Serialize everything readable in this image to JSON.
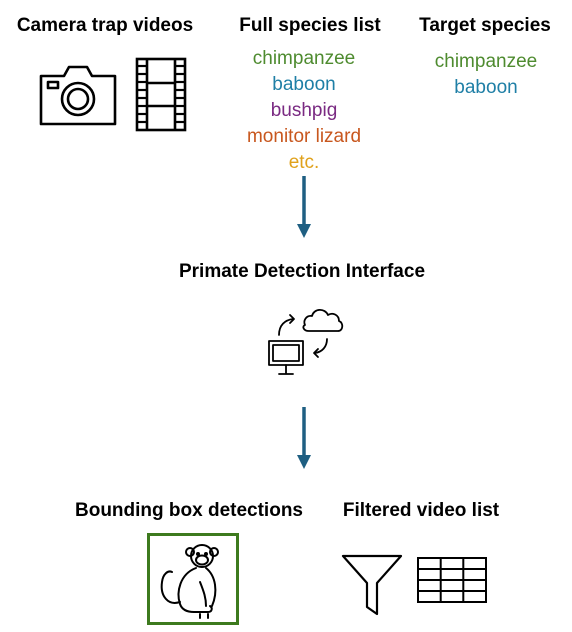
{
  "columns": {
    "videos": {
      "title": "Camera trap videos"
    },
    "full_list": {
      "title": "Full species list",
      "items": [
        {
          "label": "chimpanzee",
          "color": "#4e8b2f"
        },
        {
          "label": "baboon",
          "color": "#1f7fa6"
        },
        {
          "label": "bushpig",
          "color": "#7a2a82"
        },
        {
          "label": "monitor lizard",
          "color": "#c8571e"
        },
        {
          "label": "etc.",
          "color": "#e0a11b"
        }
      ]
    },
    "target": {
      "title": "Target species",
      "items": [
        {
          "label": "chimpanzee",
          "color": "#4e8b2f"
        },
        {
          "label": "baboon",
          "color": "#1f7fa6"
        }
      ]
    }
  },
  "interface": {
    "title": "Primate Detection Interface"
  },
  "outputs": {
    "bbox": {
      "title": "Bounding box detections",
      "border_color": "#3d7a1e"
    },
    "filtered": {
      "title": "Filtered video list"
    }
  },
  "arrow_color": "#1f5f82"
}
